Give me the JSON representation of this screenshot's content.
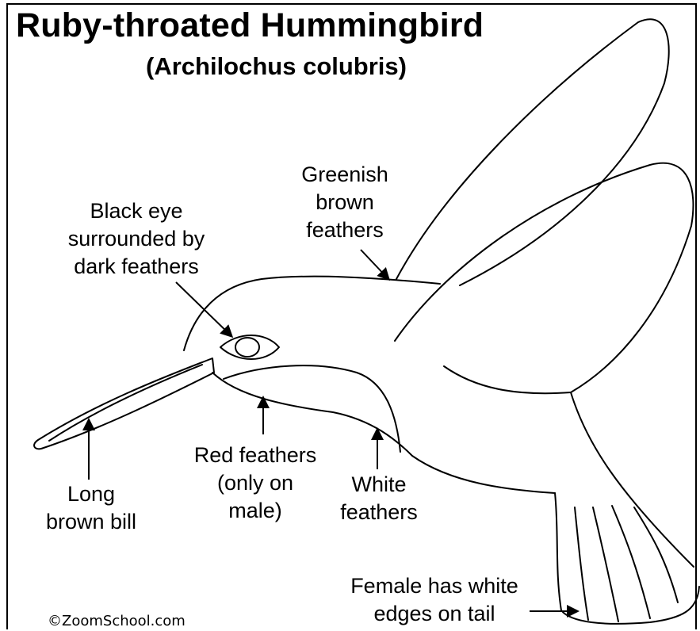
{
  "diagram": {
    "title": "Ruby-throated Hummingbird",
    "subtitle": "(Archilochus colubris)",
    "credit": "©ZoomSchool.com",
    "labels": {
      "back": [
        "Greenish",
        "brown",
        "feathers"
      ],
      "eye": [
        "Black eye",
        "surrounded by",
        "dark feathers"
      ],
      "bill": [
        "Long",
        "brown bill"
      ],
      "throat": [
        "Red feathers",
        "(only on",
        "male)"
      ],
      "belly": [
        "White",
        "feathers"
      ],
      "tail": [
        "Female has white",
        "edges on tail"
      ]
    }
  }
}
